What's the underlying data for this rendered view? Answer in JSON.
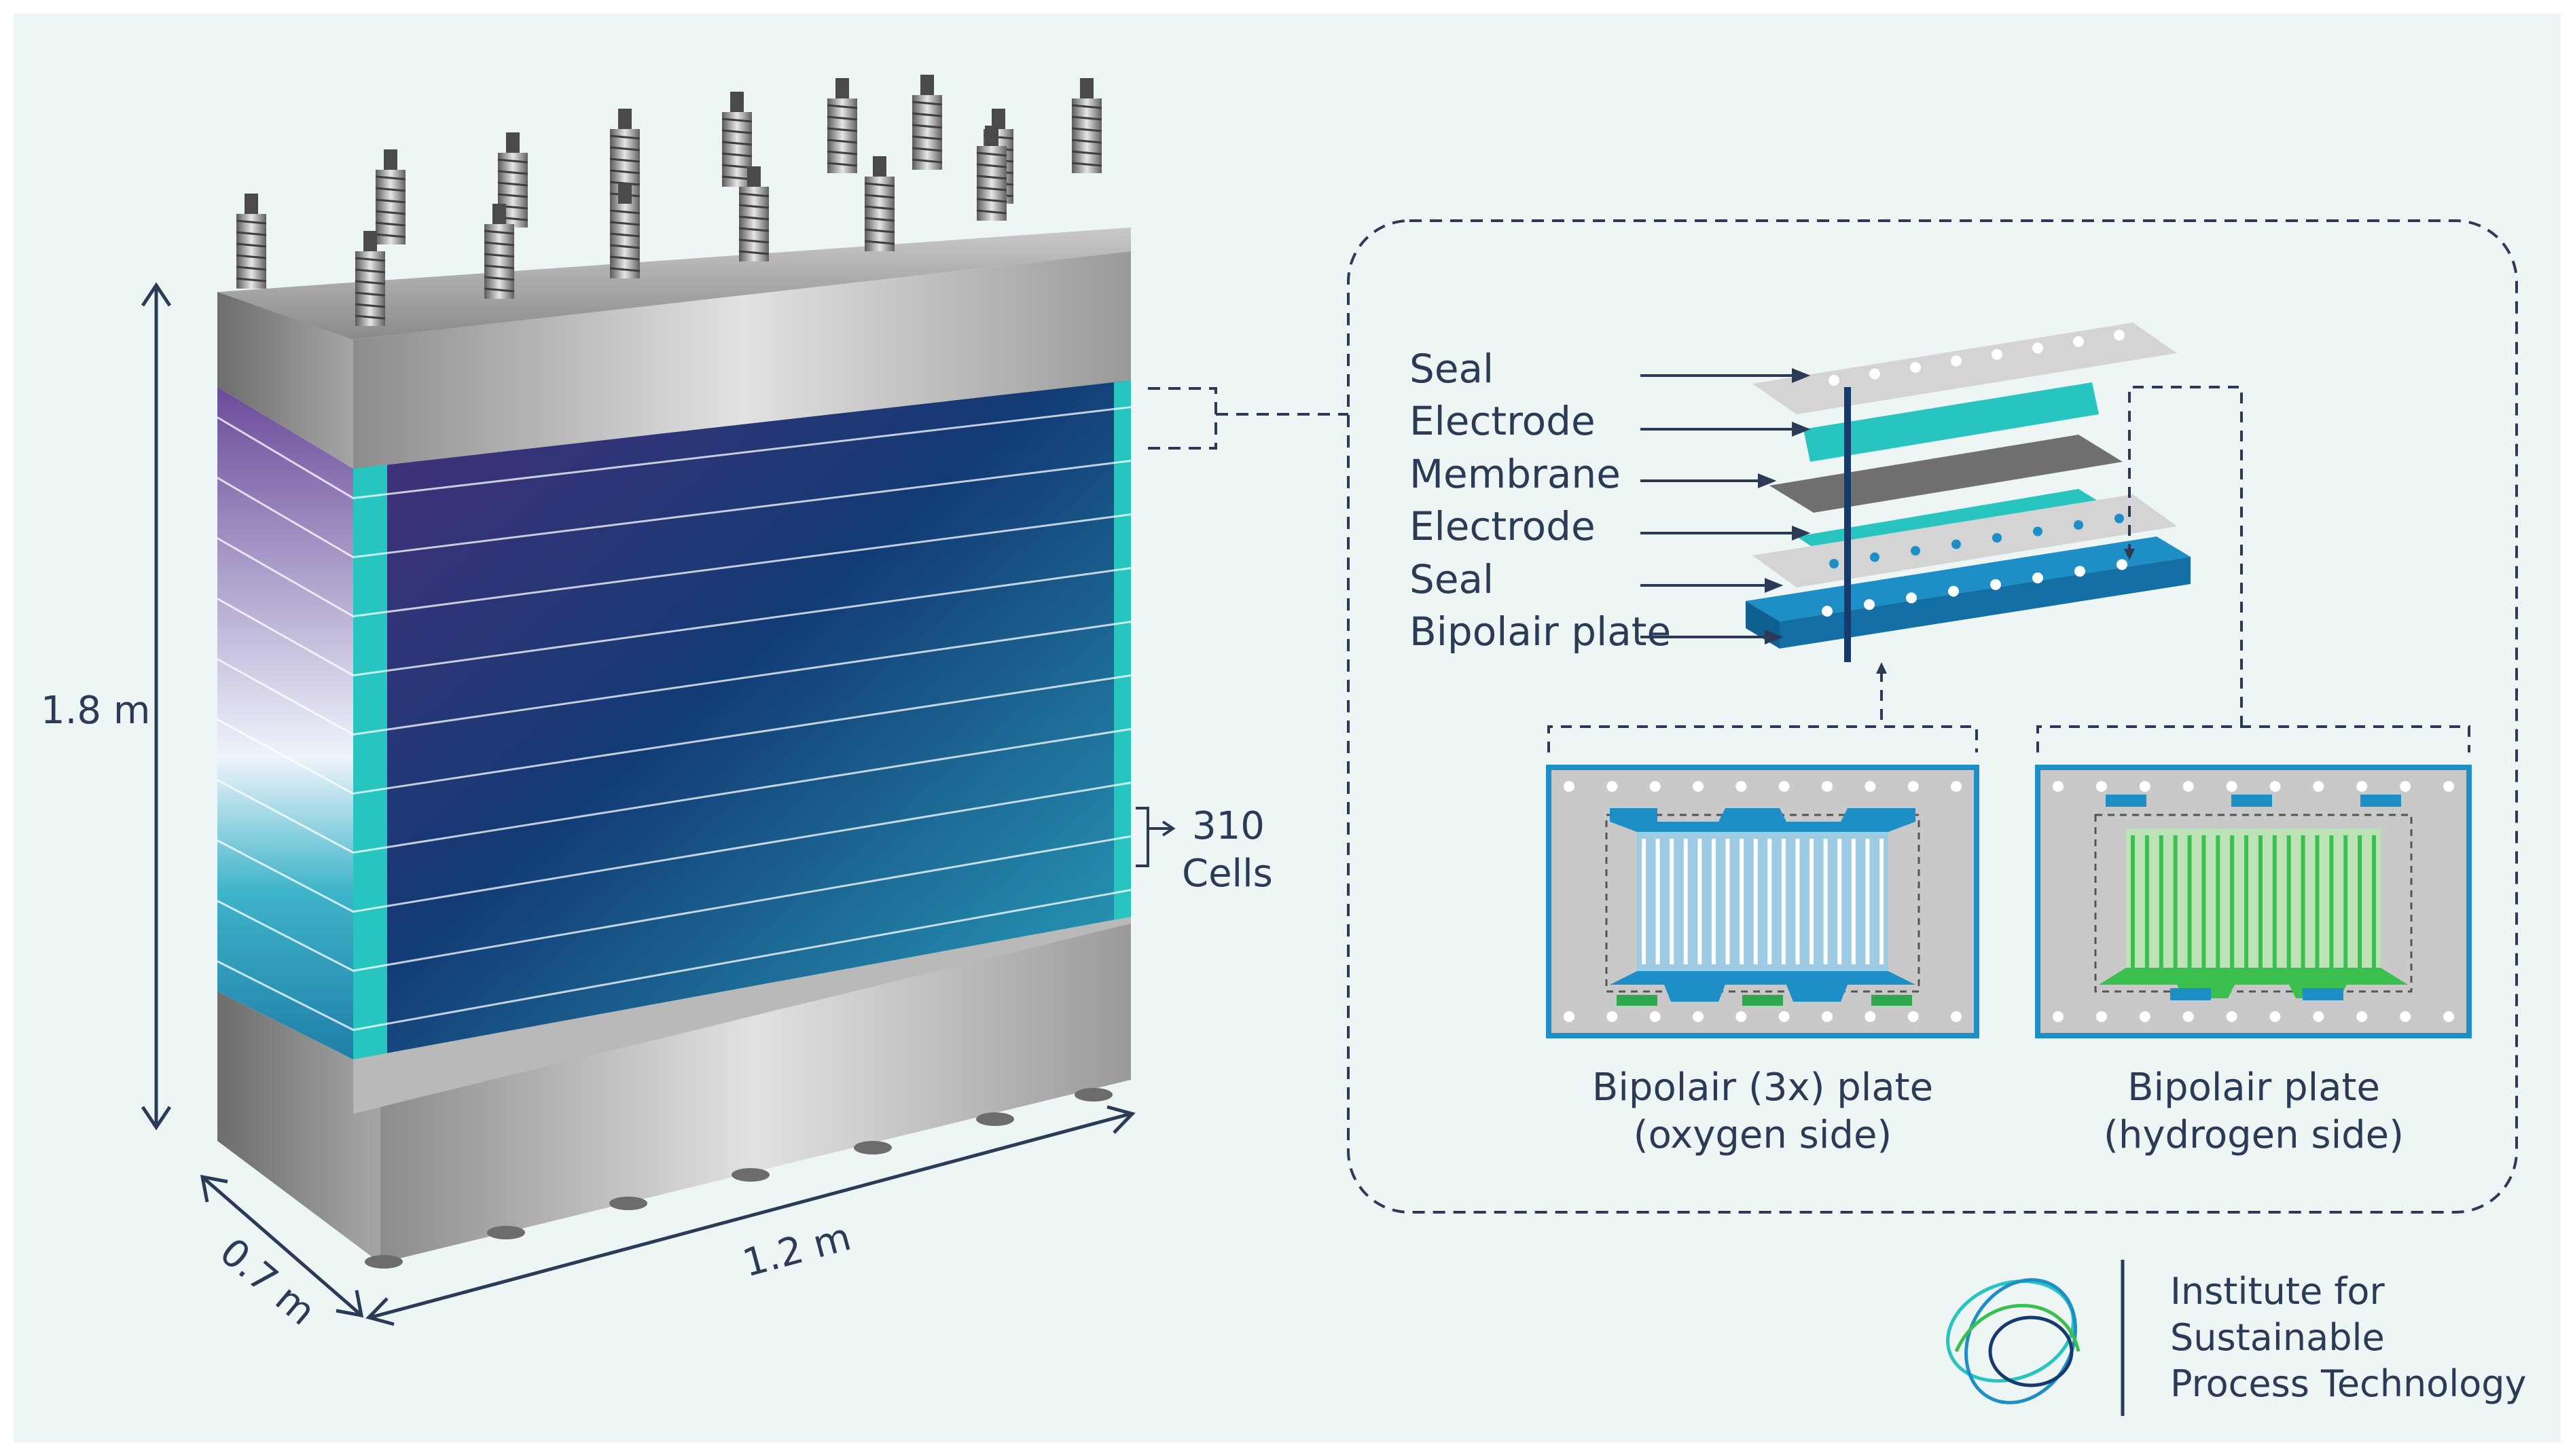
{
  "stack": {
    "height_label": "1.8 m",
    "depth_label": "0.7 m",
    "width_label": "1.2 m",
    "cells_count": "310",
    "cells_word": "Cells"
  },
  "exploded_view": {
    "layers": [
      "Seal",
      "Electrode",
      "Membrane",
      "Electrode",
      "Seal",
      "Bipolair plate"
    ]
  },
  "plates": {
    "oxygen": {
      "line1": "Bipolair (3x) plate",
      "line2": "(oxygen side)"
    },
    "hydrogen": {
      "line1": "Bipolair plate",
      "line2": "(hydrogen side)"
    }
  },
  "institute": {
    "line1": "Institute for",
    "line2": "Sustainable",
    "line3": "Process Technology"
  },
  "colors": {
    "background": "#eef5f5",
    "teal": "#27c4c0",
    "navy": "#163a6e",
    "plate_blue": "#1d8fc6",
    "hydrogen_green": "#3bbf4f",
    "gasket_green": "#2ea84a",
    "label": "#2b3a55"
  }
}
